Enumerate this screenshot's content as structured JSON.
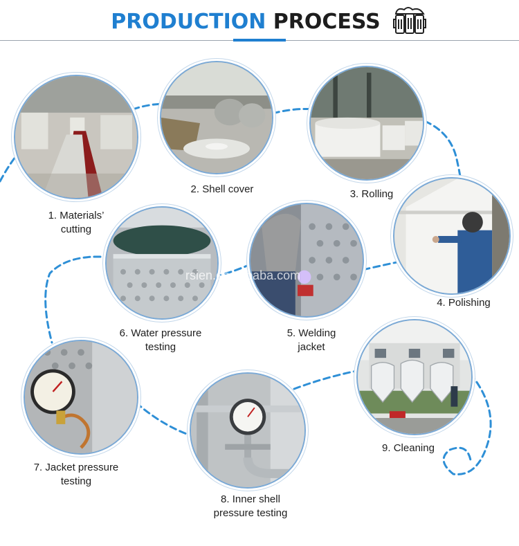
{
  "header": {
    "title_part1": "PRODUCTION",
    "title_part2": "PROCESS",
    "logo_icon": "beer-mugs-icon",
    "accent_color": "#1f7fd0"
  },
  "watermark": "rsien.en.alibaba.com",
  "steps": [
    {
      "line1": "1. Materials’",
      "line2": "cutting"
    },
    {
      "line1": "2. Shell cover",
      "line2": ""
    },
    {
      "line1": "3. Rolling",
      "line2": ""
    },
    {
      "line1": "4. Polishing",
      "line2": ""
    },
    {
      "line1": "5. Welding",
      "line2": "jacket"
    },
    {
      "line1": "6. Water pressure",
      "line2": "testing"
    },
    {
      "line1": "7.  Jacket pressure",
      "line2": "testing"
    },
    {
      "line1": "8. Inner shell",
      "line2": "pressure testing"
    },
    {
      "line1": "9. Cleaning",
      "line2": ""
    }
  ]
}
